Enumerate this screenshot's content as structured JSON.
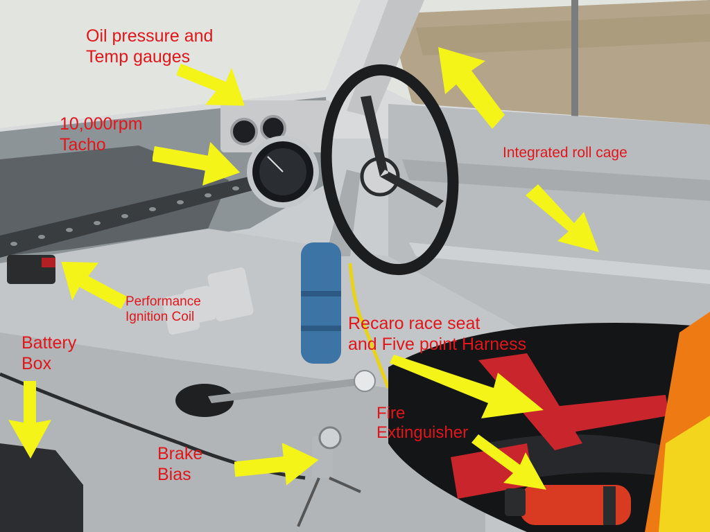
{
  "colors": {
    "label_text": "#e0161a",
    "arrow": "#f4f418"
  },
  "labels": {
    "oil_pressure": {
      "line1": "Oil pressure and",
      "line2": "Temp gauges"
    },
    "tacho": {
      "line1": "10,000rpm",
      "line2": "Tacho"
    },
    "ignition_coil": {
      "line1": "Performance",
      "line2": "Ignition Coil"
    },
    "battery_box": {
      "line1": "Battery",
      "line2": "Box"
    },
    "brake_bias": {
      "line1": "Brake",
      "line2": "Bias"
    },
    "roll_cage": {
      "line1": "Integrated roll cage"
    },
    "race_seat": {
      "line1": "Recaro race seat",
      "line2": "and Five point Harness"
    },
    "fire_extinguisher": {
      "line1": "Fire",
      "line2": "Extinguisher"
    }
  }
}
